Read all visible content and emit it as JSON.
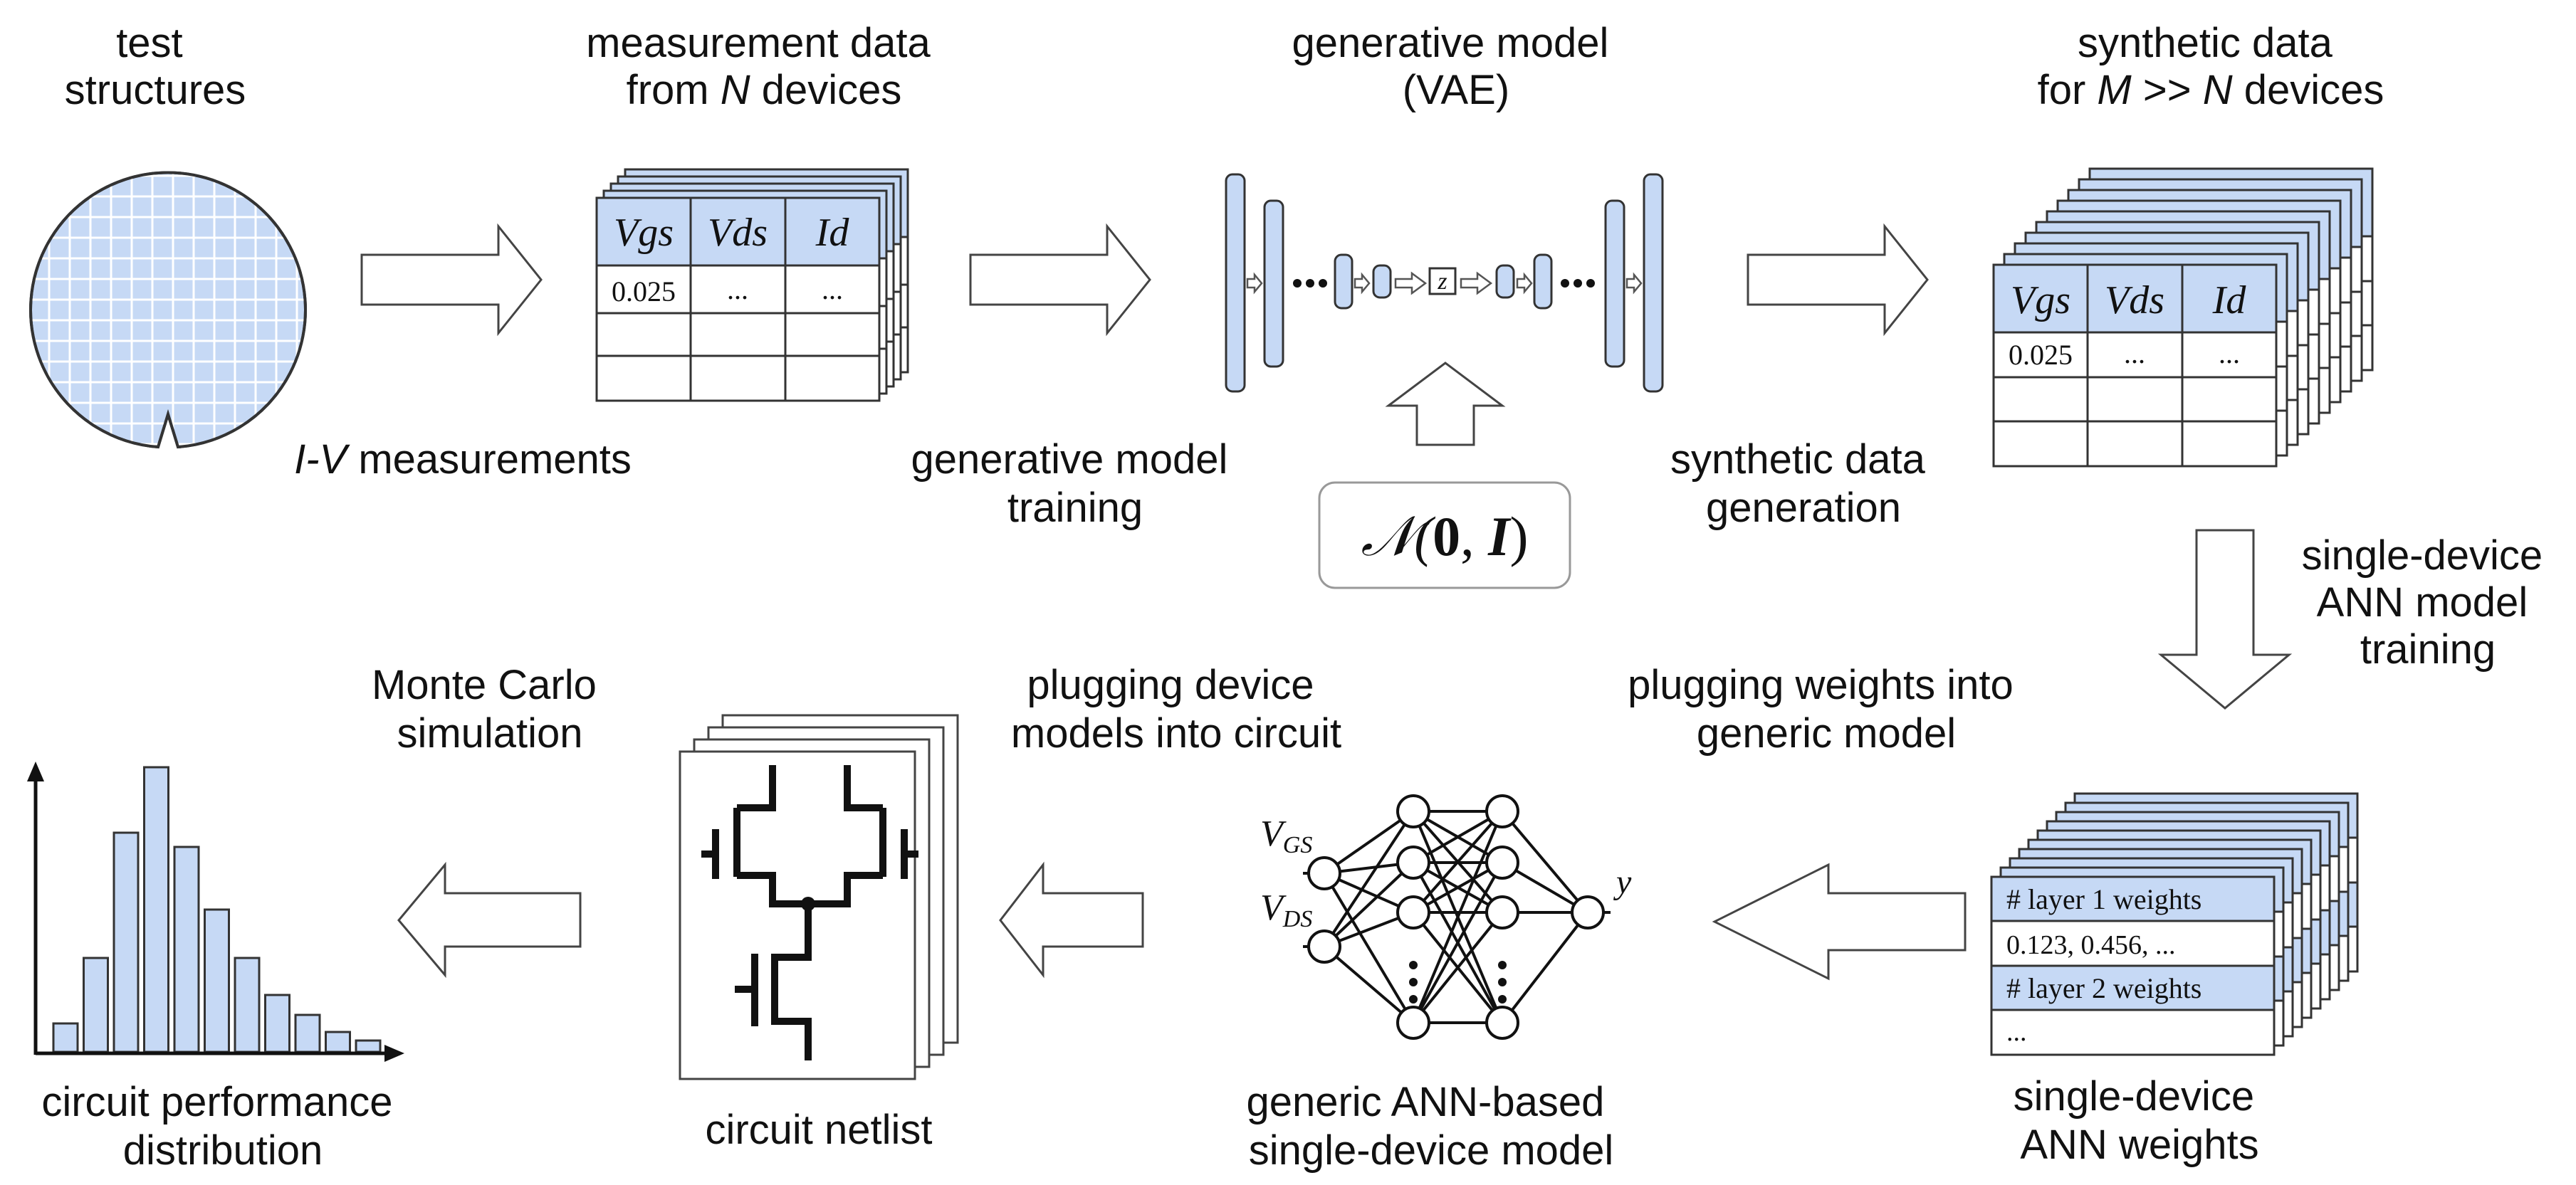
{
  "labels": {
    "test_structures": [
      "test",
      "structures"
    ],
    "measurement_data": [
      "measurement data",
      "from ",
      "N",
      " devices"
    ],
    "generative_model": [
      "generative model",
      "(VAE)"
    ],
    "synthetic_data": [
      "synthetic data",
      "for ",
      "M",
      " >> ",
      "N",
      " devices"
    ],
    "iv_measurements": [
      "I-V",
      " measurements"
    ],
    "gen_training": [
      "generative model",
      "training"
    ],
    "synth_generation": [
      "synthetic data",
      "generation"
    ],
    "ann_training": [
      "single-device",
      "ANN model",
      "training"
    ],
    "normal_dist": [
      "𝒩(",
      "0",
      ", ",
      "I",
      ")"
    ],
    "monte_carlo": [
      "Monte Carlo",
      "simulation"
    ],
    "plugging_models": [
      "plugging device",
      "models into circuit"
    ],
    "plugging_weights": [
      "plugging weights into",
      "generic model"
    ],
    "circuit_perf": [
      "circuit performance",
      "distribution"
    ],
    "circuit_netlist": "circuit netlist",
    "generic_ann": [
      "generic ANN-based",
      "single-device model"
    ],
    "ann_weights": [
      "single-device",
      "ANN weights"
    ]
  },
  "table": {
    "headers": [
      "Vgs",
      "Vds",
      "Id"
    ],
    "row1": [
      "0.025",
      "...",
      "..."
    ]
  },
  "latent": "z",
  "weights_table": [
    "# layer 1 weights",
    "0.123, 0.456, ...",
    "# layer 2 weights",
    "..."
  ],
  "nn": {
    "input1": [
      "V",
      "GS"
    ],
    "input2": [
      "V",
      "DS"
    ],
    "output": "y",
    "ellipsis": "⋮"
  },
  "histogram": {
    "values": [
      0.1,
      0.33,
      0.77,
      1.0,
      0.72,
      0.5,
      0.33,
      0.2,
      0.13,
      0.07,
      0.04
    ]
  },
  "colors": {
    "accent": "#c6d9f5",
    "stroke": "#333333"
  }
}
